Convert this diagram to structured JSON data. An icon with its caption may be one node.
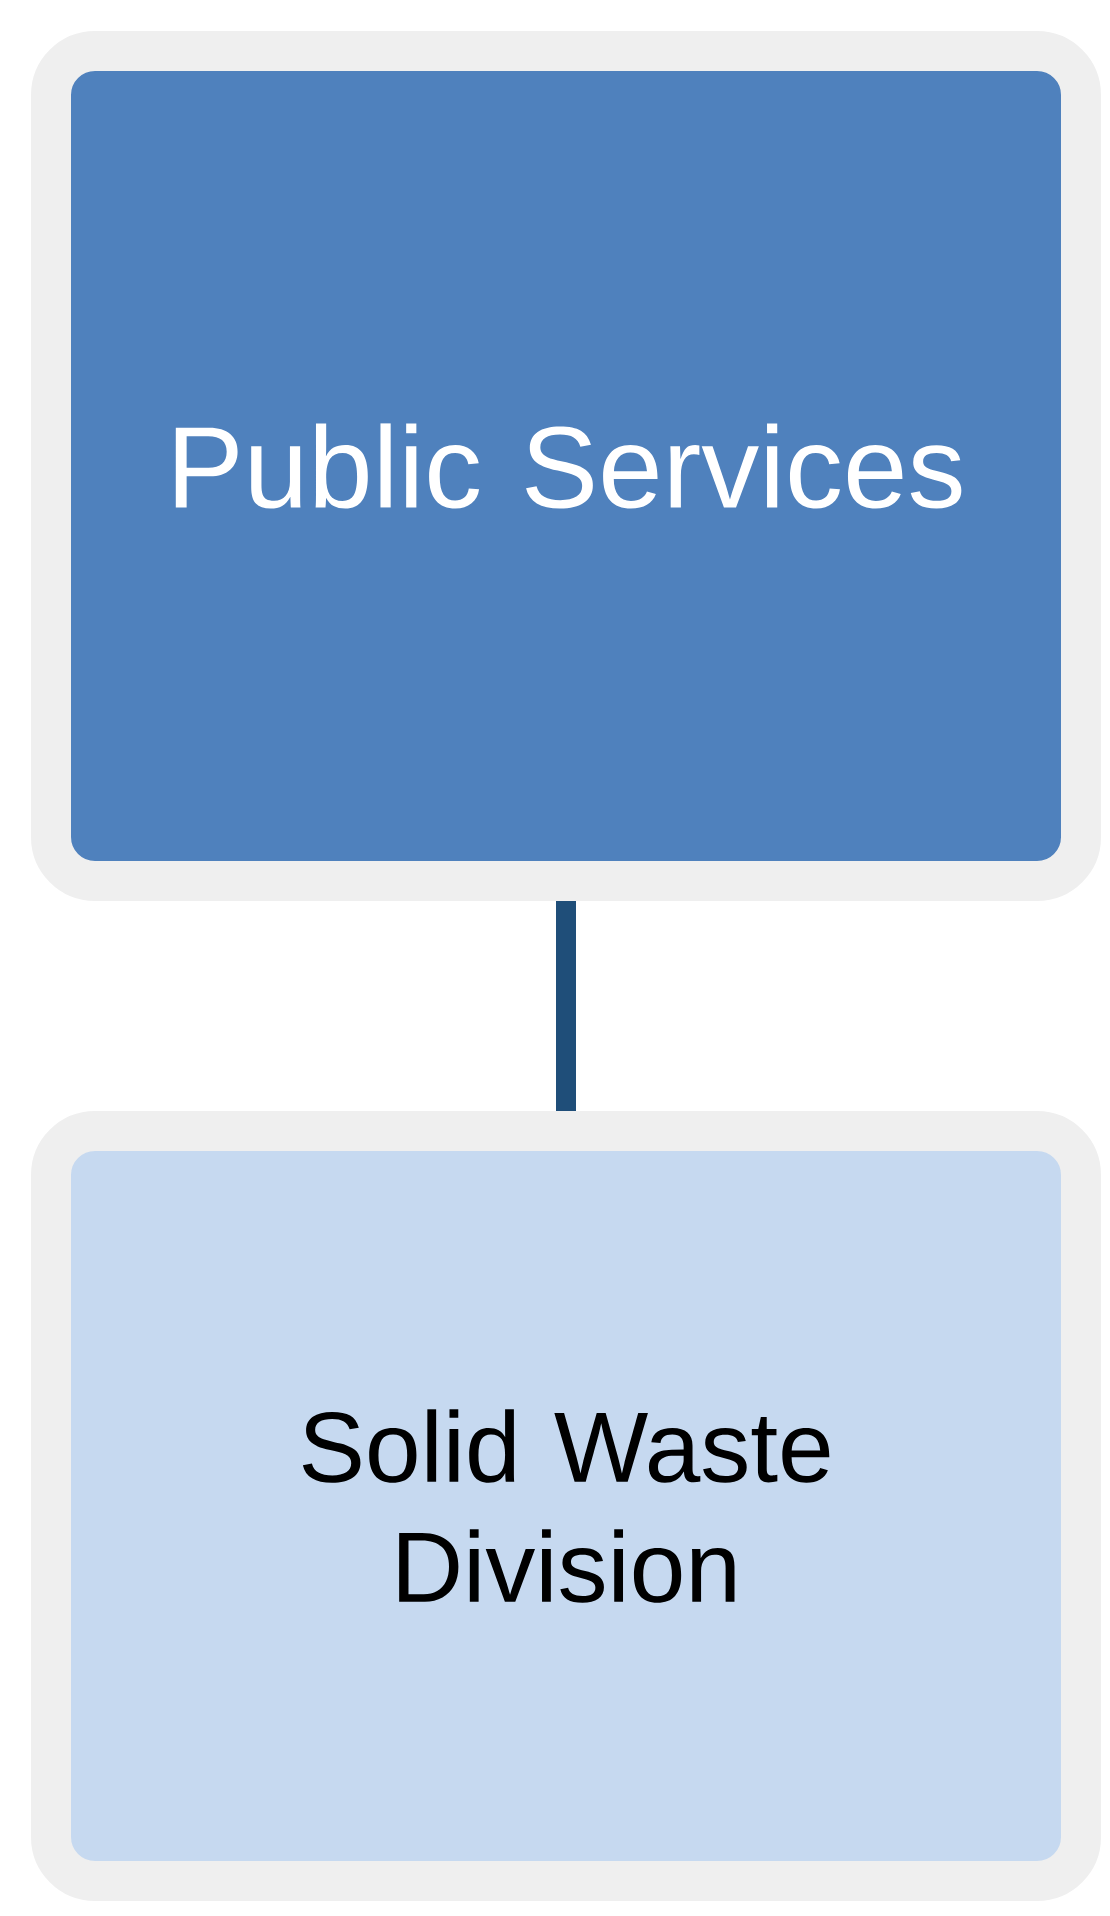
{
  "diagram": {
    "nodes": [
      {
        "text": [
          "Public Services"
        ]
      },
      {
        "text": [
          "Solid Waste Division"
        ]
      }
    ],
    "edges": [
      {
        "from": 0,
        "to": 1,
        "arrow": "none"
      }
    ]
  }
}
